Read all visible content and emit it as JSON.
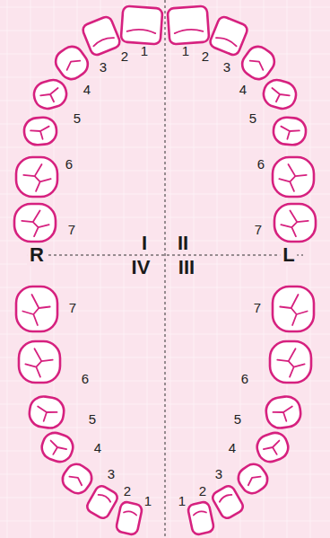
{
  "diagram": {
    "labels": [
      "1",
      "2",
      "3",
      "4",
      "5",
      "6",
      "7",
      "1",
      "2",
      "3",
      "4",
      "5",
      "6",
      "7",
      "I",
      "II",
      "R",
      "L",
      "IV",
      "III",
      "1",
      "2",
      "3",
      "4",
      "5",
      "6",
      "7",
      "1",
      "2",
      "3",
      "4",
      "5",
      "6",
      "7"
    ]
  }
}
